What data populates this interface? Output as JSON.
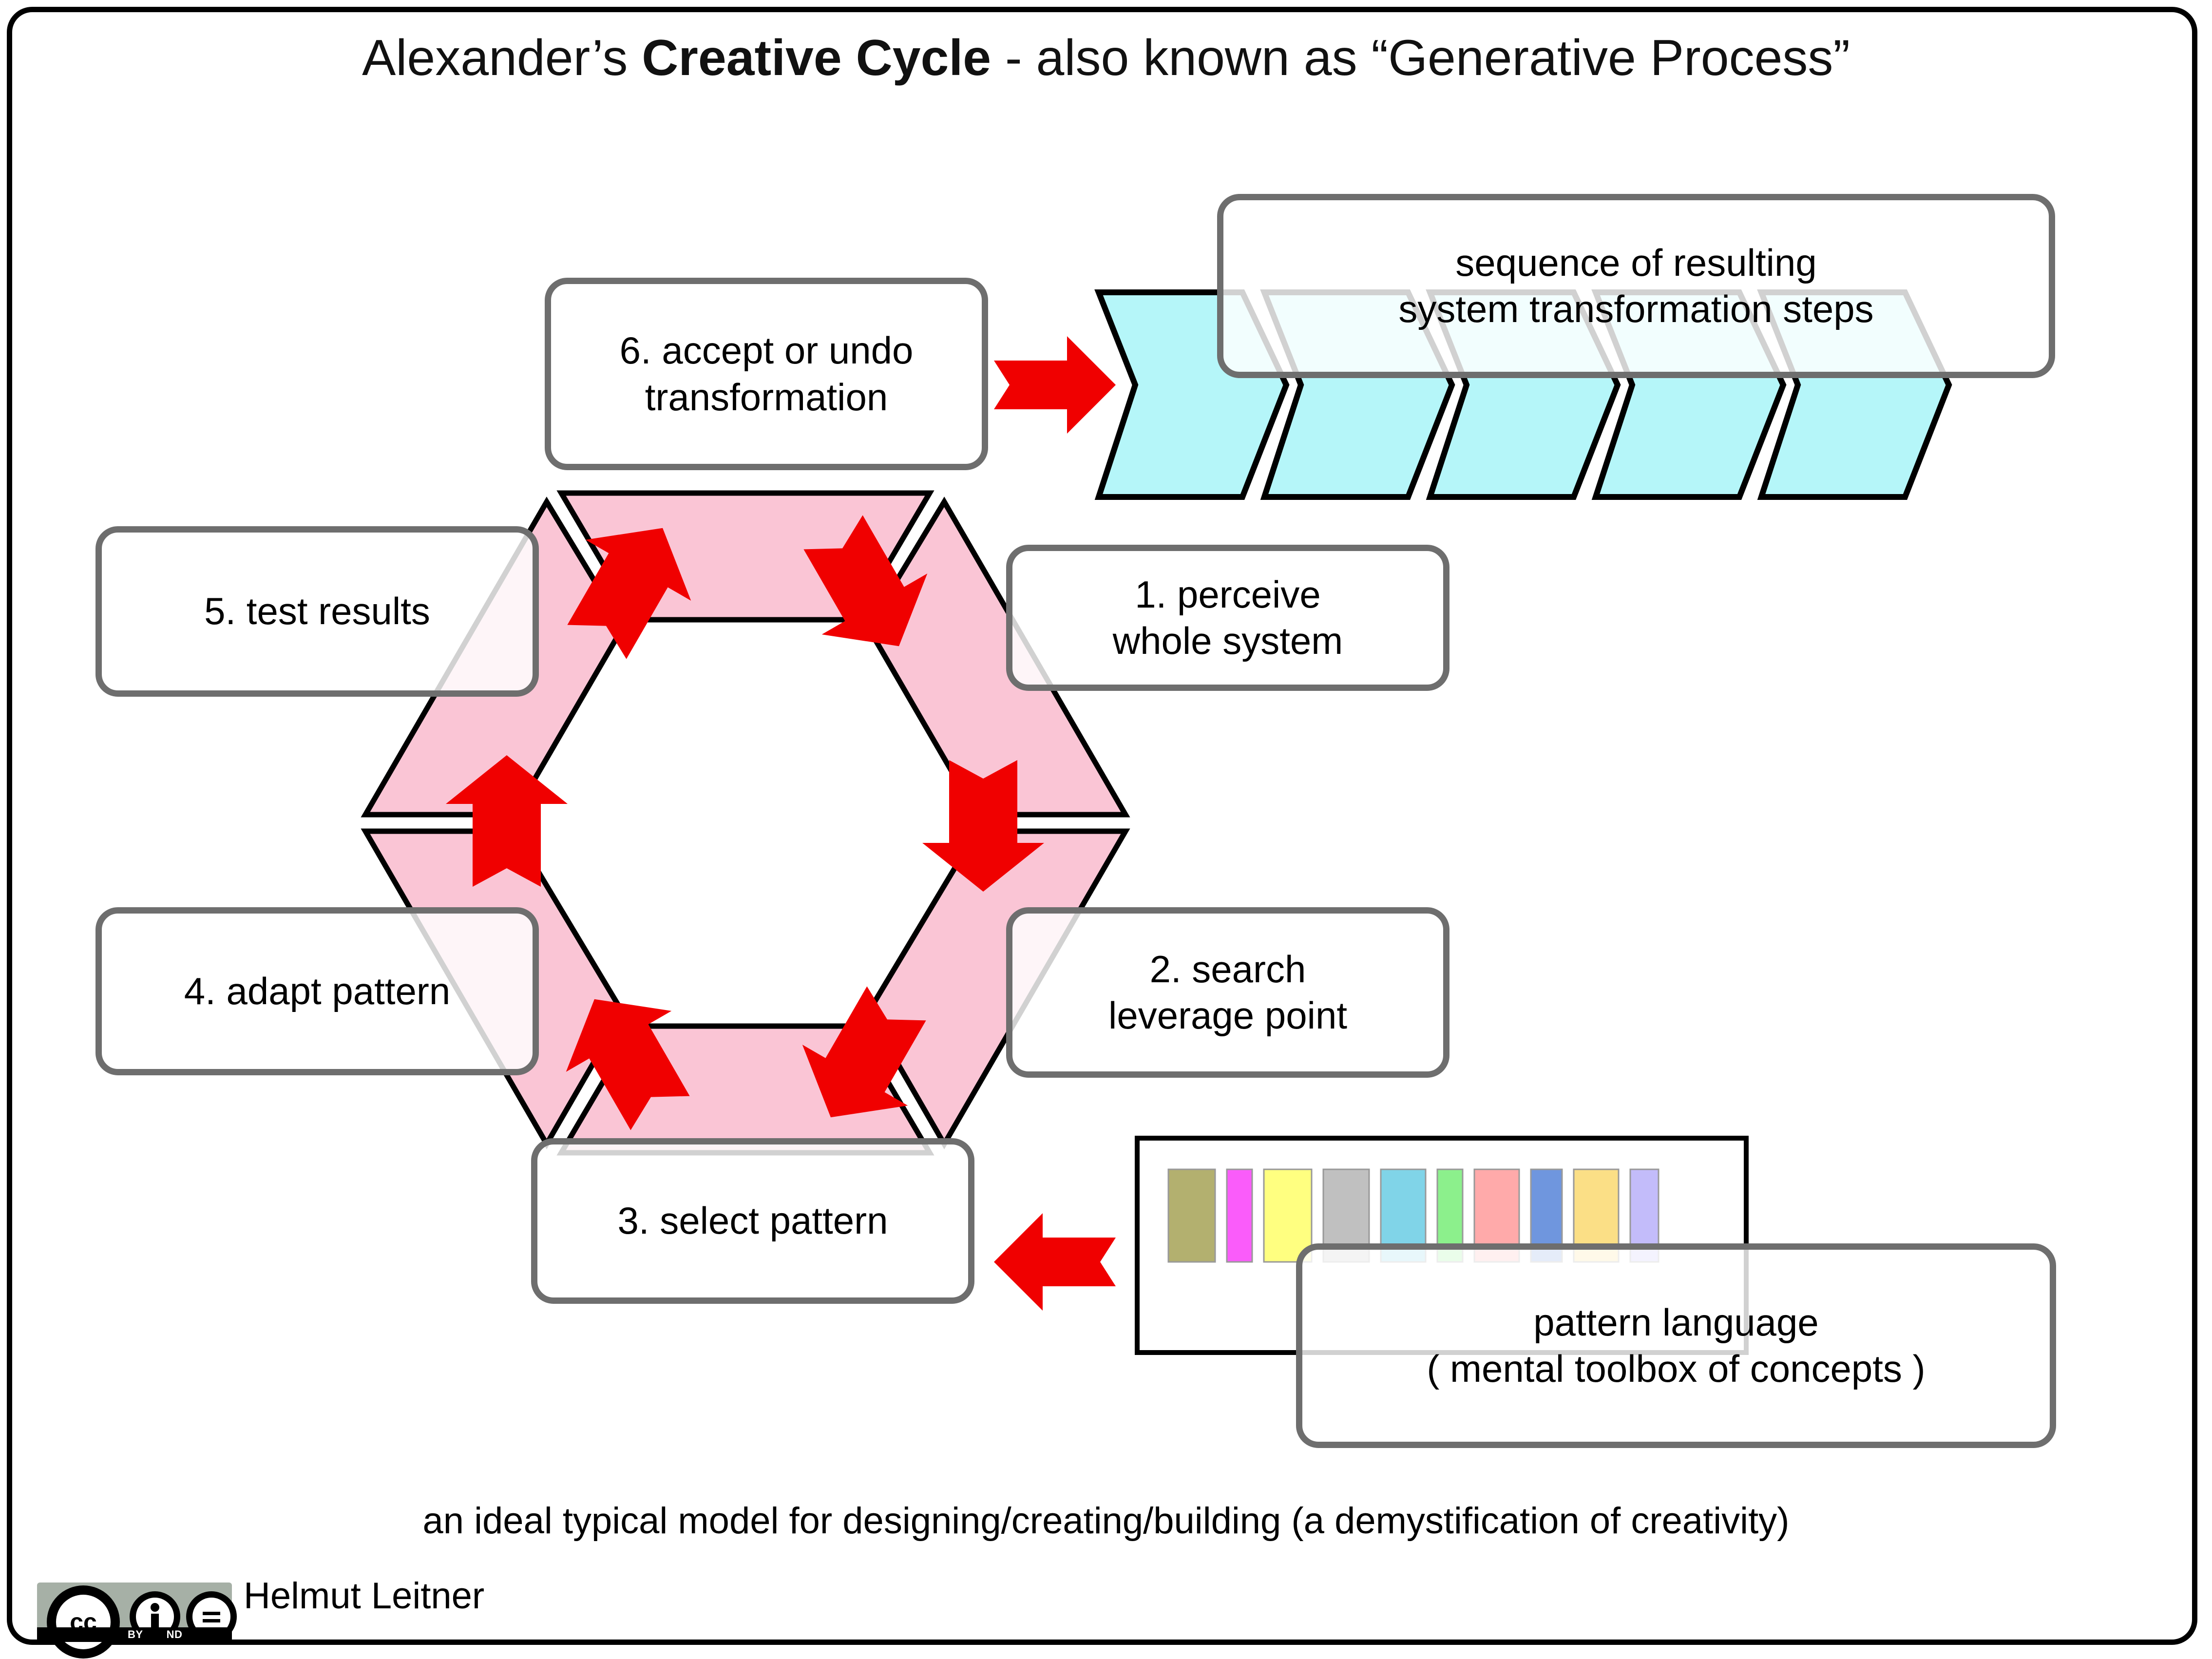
{
  "title": {
    "pre": "Alexander’s ",
    "bold": "Creative Cycle",
    "post": " - also known as “Generative Process”"
  },
  "steps": [
    {
      "id": "step-1",
      "lines": [
        "1. perceive",
        "whole system"
      ]
    },
    {
      "id": "step-2",
      "lines": [
        "2. search",
        "leverage point"
      ]
    },
    {
      "id": "step-3",
      "lines": [
        "3. select pattern"
      ]
    },
    {
      "id": "step-4",
      "lines": [
        "4. adapt pattern"
      ]
    },
    {
      "id": "step-5",
      "lines": [
        "5. test results"
      ]
    },
    {
      "id": "step-6",
      "lines": [
        "6. accept or undo",
        "transformation"
      ]
    }
  ],
  "sequence_box": {
    "lines": [
      "sequence of resulting",
      "system transformation steps"
    ]
  },
  "pattern_box": {
    "lines": [
      "pattern language",
      "( mental toolbox of concepts )"
    ]
  },
  "pattern_swatches": [
    {
      "name": "olive",
      "color": "#b3b06f",
      "w": 96,
      "h": 190
    },
    {
      "name": "magenta",
      "color": "#fa5cfa",
      "w": 52,
      "h": 190
    },
    {
      "name": "yellow",
      "color": "#ffff80",
      "w": 98,
      "h": 190
    },
    {
      "name": "gray",
      "color": "#c0c0c0",
      "w": 94,
      "h": 190
    },
    {
      "name": "sky-blue",
      "color": "#80d4e8",
      "w": 92,
      "h": 190
    },
    {
      "name": "light-green",
      "color": "#8cf08c",
      "w": 52,
      "h": 190
    },
    {
      "name": "salmon",
      "color": "#ffaaaa",
      "w": 92,
      "h": 190
    },
    {
      "name": "blue",
      "color": "#6f96de",
      "w": 64,
      "h": 190
    },
    {
      "name": "gold",
      "color": "#fbdf86",
      "w": 92,
      "h": 190
    },
    {
      "name": "lavender",
      "color": "#c3bcfa",
      "w": 58,
      "h": 190
    }
  ],
  "caption": "an ideal typical model for designing/creating/building (a demystification of creativity)",
  "credit": "Helmut Leitner",
  "license": {
    "cc": "cc",
    "by": "BY",
    "nd": "ND"
  },
  "colors": {
    "arrow_red": "#f00000",
    "hex_pink": "#fac5d5",
    "chevron_cyan": "#b5f6f9",
    "box_border": "#6e6e6e",
    "frame": "#000000",
    "cc_gray": "#a6b0a6"
  },
  "chevron_count": 5,
  "hexagon_segments": 6
}
